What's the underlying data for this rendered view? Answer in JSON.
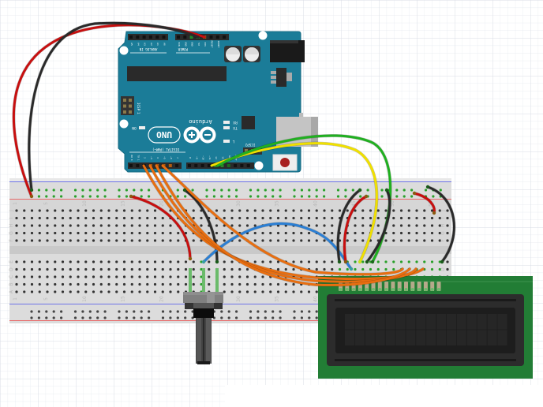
{
  "diagram": {
    "type": "breadboard-circuit",
    "components": [
      {
        "id": "arduino",
        "name": "Arduino Uno (Rev3)"
      },
      {
        "id": "breadboard",
        "name": "Full-size breadboard"
      },
      {
        "id": "potentiometer",
        "name": "Rotary potentiometer"
      },
      {
        "id": "lcd",
        "name": "16x2 character LCD"
      }
    ],
    "colors": {
      "arduino_board": "#1b7c98",
      "breadboard": "#d9d9d9",
      "lcd_pcb": "#227d35",
      "wire_red": "#c80f0f",
      "wire_black": "#2a2a2a",
      "wire_orange": "#e86e10",
      "wire_blue": "#2b7fd4",
      "wire_yellow": "#f0e000",
      "wire_green": "#20b020"
    }
  },
  "arduino": {
    "brand": "Arduino",
    "model": "UNO",
    "labels": {
      "analog_in": "ANALOG IN",
      "power": "POWER",
      "digital": "DIGITAL (PWM~)",
      "icsp": "ICSP",
      "icsp2": "ICSP2",
      "on": "ON",
      "tx": "TX",
      "rx": "RX",
      "l": "L",
      "icsp_pin1": "1"
    },
    "analog_pins": [
      "A5",
      "A4",
      "A3",
      "A2",
      "A1",
      "A0"
    ],
    "power_pins": [
      "VIN",
      "GND",
      "GND",
      "5V",
      "3V3",
      "RESET",
      "IOREF"
    ],
    "digital_pins_low": [
      "7",
      "~6",
      "~5",
      "4",
      "~3",
      "2",
      "TX 1",
      "RX 0"
    ],
    "digital_pins_high": [
      "AREF",
      "GND",
      "13",
      "12",
      "~11",
      "~10",
      "~9",
      "8"
    ]
  },
  "breadboard": {
    "column_numbers": [
      "1",
      "5",
      "10",
      "15",
      "20",
      "25",
      "30",
      "35",
      "40",
      "45",
      "50",
      "55",
      "60"
    ],
    "row_letters_top": [
      "J",
      "I",
      "H",
      "G",
      "F"
    ],
    "row_letters_bottom": [
      "E",
      "D",
      "C",
      "B",
      "A"
    ]
  },
  "wires": [
    {
      "color": "red",
      "from": "arduino.5V",
      "to": "breadboard.top_power_rail(+)"
    },
    {
      "color": "black",
      "from": "arduino.GND",
      "to": "breadboard.top_power_rail(-)"
    },
    {
      "color": "red",
      "from": "top_power_rail(+)",
      "to": "potentiometer.pin1"
    },
    {
      "color": "black",
      "from": "top_power_rail(-)",
      "to": "potentiometer.pin3"
    },
    {
      "color": "blue",
      "from": "potentiometer.wiper",
      "to": "lcd.V0"
    },
    {
      "color": "orange",
      "from": "arduino.D5",
      "to": "lcd.D4"
    },
    {
      "color": "orange",
      "from": "arduino.D4",
      "to": "lcd.D5"
    },
    {
      "color": "orange",
      "from": "arduino.D3",
      "to": "lcd.D6"
    },
    {
      "color": "orange",
      "from": "arduino.D2",
      "to": "lcd.D7"
    },
    {
      "color": "yellow",
      "from": "arduino.D11",
      "to": "lcd.E"
    },
    {
      "color": "green",
      "from": "arduino.D12",
      "to": "lcd.RS"
    },
    {
      "color": "black",
      "from": "top_power_rail(-)",
      "to": "lcd.VSS"
    },
    {
      "color": "red",
      "from": "top_power_rail(+)",
      "to": "lcd.VDD"
    },
    {
      "color": "black",
      "from": "top_power_rail(-)",
      "to": "lcd.RW"
    },
    {
      "color": "red",
      "from": "top_power_rail(+)",
      "to": "lcd.backlight_A"
    },
    {
      "color": "black",
      "from": "top_power_rail(-)",
      "to": "lcd.backlight_K"
    }
  ],
  "lcd": {
    "columns": 16,
    "rows": 2,
    "pins": 16
  }
}
